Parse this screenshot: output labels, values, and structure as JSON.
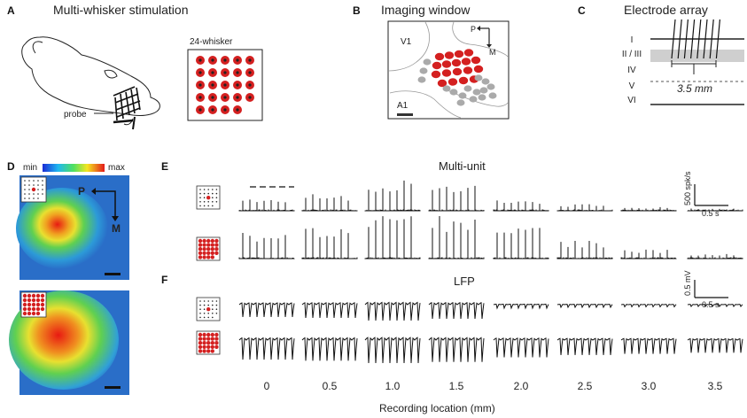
{
  "panels": {
    "A": {
      "letter": "A",
      "title": "Multi-whisker stimulation",
      "probe_label": "probe",
      "grid_label": "24-whisker"
    },
    "B": {
      "letter": "B",
      "title": "Imaging window",
      "v1": "V1",
      "a1": "A1",
      "p": "P",
      "m": "M"
    },
    "C": {
      "letter": "C",
      "title": "Electrode array",
      "layers": [
        "I",
        "II / III",
        "IV",
        "V",
        "VI"
      ],
      "distance": "3.5 mm"
    },
    "D": {
      "letter": "D",
      "cbar_min": "min",
      "cbar_max": "max",
      "p": "P",
      "m": "M"
    },
    "E": {
      "letter": "E",
      "title": "Multi-unit",
      "scale_y": "500 spk/s",
      "scale_x": "0.5 s"
    },
    "F": {
      "letter": "F",
      "title": "LFP",
      "scale_y": "0.5 mV",
      "scale_x": "0.5 s"
    }
  },
  "recording_locations": [
    "0",
    "0.5",
    "1.0",
    "1.5",
    "2.0",
    "2.5",
    "3.0",
    "3.5"
  ],
  "x_axis_label": "Recording location  (mm)",
  "multiunit_amplitude": {
    "single_whisker": [
      0.35,
      0.45,
      0.85,
      0.75,
      0.3,
      0.18,
      0.1,
      0.06
    ],
    "multi_whisker": [
      0.6,
      0.75,
      1.0,
      0.95,
      0.7,
      0.4,
      0.2,
      0.1
    ]
  },
  "lfp_amplitude": {
    "single_whisker": [
      0.7,
      0.75,
      0.9,
      0.8,
      0.2,
      0.15,
      0.12,
      0.1
    ],
    "multi_whisker": [
      0.85,
      0.9,
      1.0,
      0.95,
      0.75,
      0.65,
      0.6,
      0.55
    ]
  },
  "colors": {
    "red": "#d42020",
    "gray": "#aaaaaa",
    "trace": "#111111"
  }
}
